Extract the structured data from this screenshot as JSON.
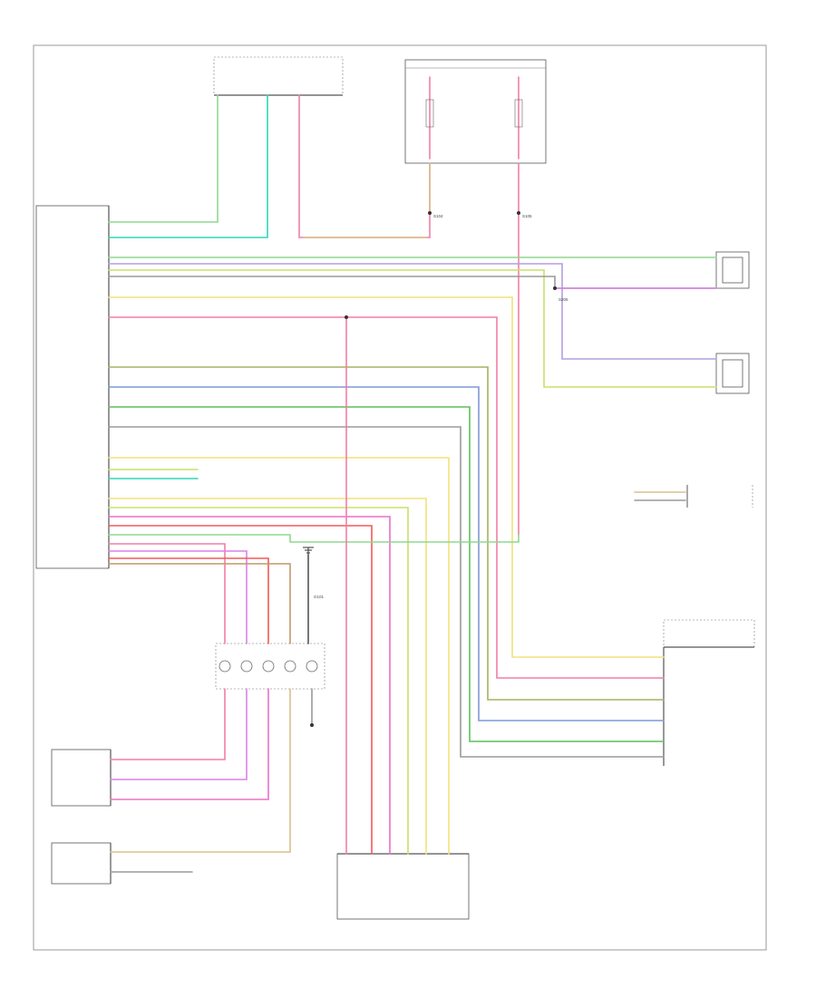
{
  "colors": {
    "lgreen": "#8fd88f",
    "teal": "#2fd6b8",
    "green": "#5cbf5c",
    "pink": "#f27ea6",
    "lavender": "#b29fe0",
    "violet": "#d882e8",
    "tan": "#d9c08a",
    "olive": "#a8b060",
    "blue": "#7f98d6",
    "yellow": "#f2e27a",
    "orange": "#f0a868",
    "red": "#f05a5a",
    "brown": "#c19a6b",
    "gray": "#9a9a9a",
    "lime": "#c8e06a",
    "magenta": "#e870c8",
    "frame": "#9a9a9a",
    "box": "#555555"
  },
  "labels": {
    "ground": "G101",
    "splice_1": "S104",
    "splice_2": "S105",
    "splice_3": "S205"
  }
}
